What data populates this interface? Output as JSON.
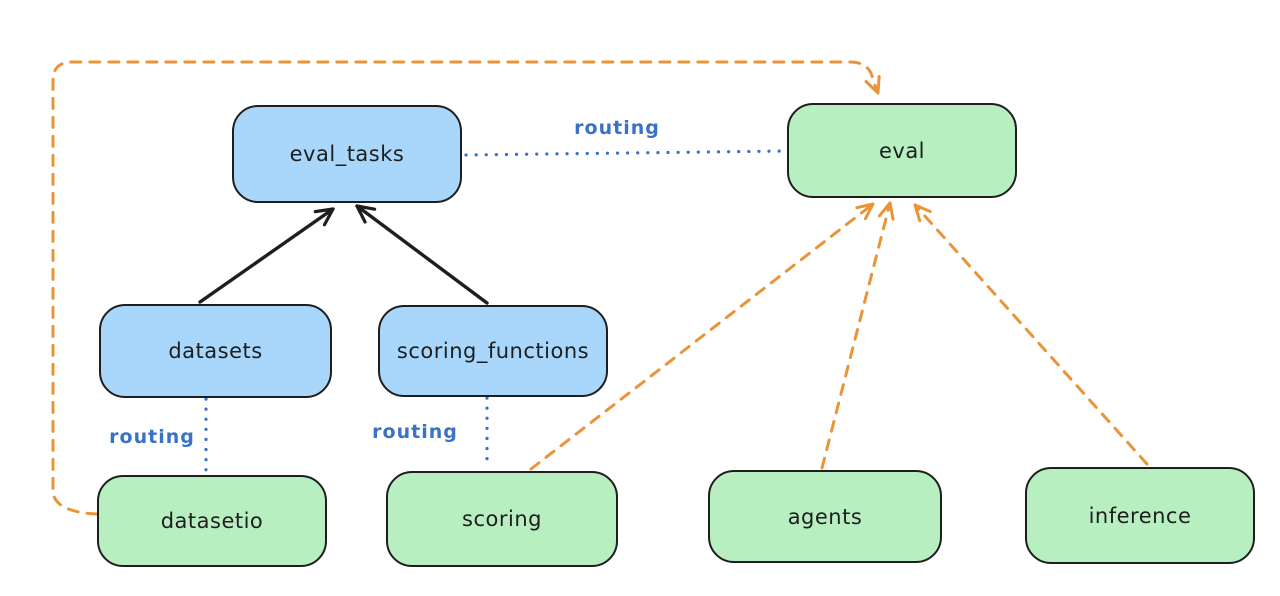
{
  "diagram": {
    "background": "#ffffff",
    "nodes": {
      "eval_tasks": {
        "label": "eval_tasks",
        "fill": "#a8d7fb",
        "group": "blue"
      },
      "eval": {
        "label": "eval",
        "fill": "#b7efc1",
        "group": "green"
      },
      "datasets": {
        "label": "datasets",
        "fill": "#a8d7fb",
        "group": "blue"
      },
      "scoring_functions": {
        "label": "scoring_functions",
        "fill": "#a8d7fb",
        "group": "blue"
      },
      "datasetio": {
        "label": "datasetio",
        "fill": "#b7efc1",
        "group": "green"
      },
      "scoring": {
        "label": "scoring",
        "fill": "#b7efc1",
        "group": "green"
      },
      "agents": {
        "label": "agents",
        "fill": "#b7efc1",
        "group": "green"
      },
      "inference": {
        "label": "inference",
        "fill": "#b7efc1",
        "group": "green"
      }
    },
    "edges": [
      {
        "from": "datasets",
        "to": "eval_tasks",
        "style": "solid",
        "color": "#1e1e1e",
        "arrow": true,
        "label": ""
      },
      {
        "from": "scoring_functions",
        "to": "eval_tasks",
        "style": "solid",
        "color": "#1e1e1e",
        "arrow": true,
        "label": ""
      },
      {
        "from": "eval_tasks",
        "to": "eval",
        "style": "dotted",
        "color": "#3a72c8",
        "arrow": false,
        "label": "routing"
      },
      {
        "from": "datasets",
        "to": "datasetio",
        "style": "dotted",
        "color": "#3a72c8",
        "arrow": false,
        "label": "routing"
      },
      {
        "from": "scoring_functions",
        "to": "scoring",
        "style": "dotted",
        "color": "#3a72c8",
        "arrow": false,
        "label": "routing"
      },
      {
        "from": "datasetio",
        "to": "eval",
        "style": "dashed",
        "color": "#ea9339",
        "arrow": true,
        "label": ""
      },
      {
        "from": "scoring",
        "to": "eval",
        "style": "dashed",
        "color": "#ea9339",
        "arrow": true,
        "label": ""
      },
      {
        "from": "agents",
        "to": "eval",
        "style": "dashed",
        "color": "#ea9339",
        "arrow": true,
        "label": ""
      },
      {
        "from": "inference",
        "to": "eval",
        "style": "dashed",
        "color": "#ea9339",
        "arrow": true,
        "label": ""
      }
    ],
    "colors": {
      "node_stroke": "#1e1e1e",
      "blue_fill": "#a8d7fb",
      "green_fill": "#b7efc1",
      "routing_blue": "#3a72c8",
      "orange": "#ea9339",
      "black": "#1e1e1e"
    }
  }
}
